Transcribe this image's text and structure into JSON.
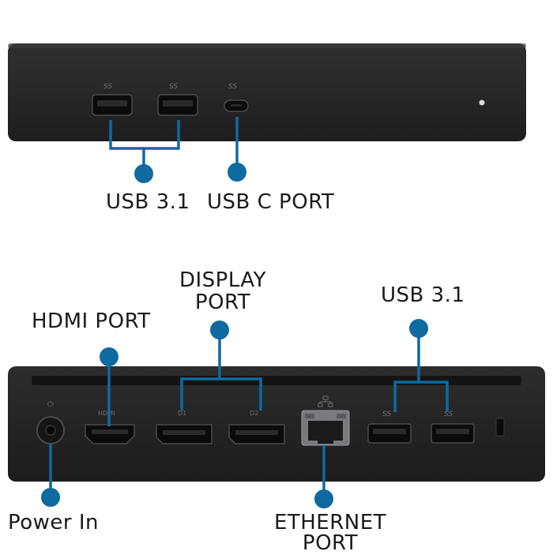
{
  "front_panel": {
    "usb_a_logo": "SS",
    "usb_c_logo": "SS",
    "labels": {
      "usb_a": "USB 3.1",
      "usb_c": "USB C PORT"
    },
    "icons": [
      "usb-a-port-icon",
      "usb-c-port-icon",
      "status-led-icon",
      "callout-dot-icon"
    ]
  },
  "rear_panel": {
    "hdmi_logo": "HDMI",
    "dp1_logo": "D1",
    "dp2_logo": "D2",
    "usb_logo": "SS",
    "labels": {
      "hdmi": "HDMI PORT",
      "display_line1": "DISPLAY",
      "display_line2": "PORT",
      "usb": "USB 3.1",
      "power": "Power In",
      "ethernet_line1": "ETHERNET",
      "ethernet_line2": "PORT"
    },
    "icons": [
      "power-jack-icon",
      "hdmi-port-icon",
      "displayport-icon",
      "ethernet-port-icon",
      "usb-a-port-icon"
    ]
  },
  "colors": {
    "callout": "#0e6aa0",
    "device": "#262627",
    "device_edge": "#3a3a3b",
    "port": "#0b0b0b",
    "text": "#1a1a1a"
  }
}
